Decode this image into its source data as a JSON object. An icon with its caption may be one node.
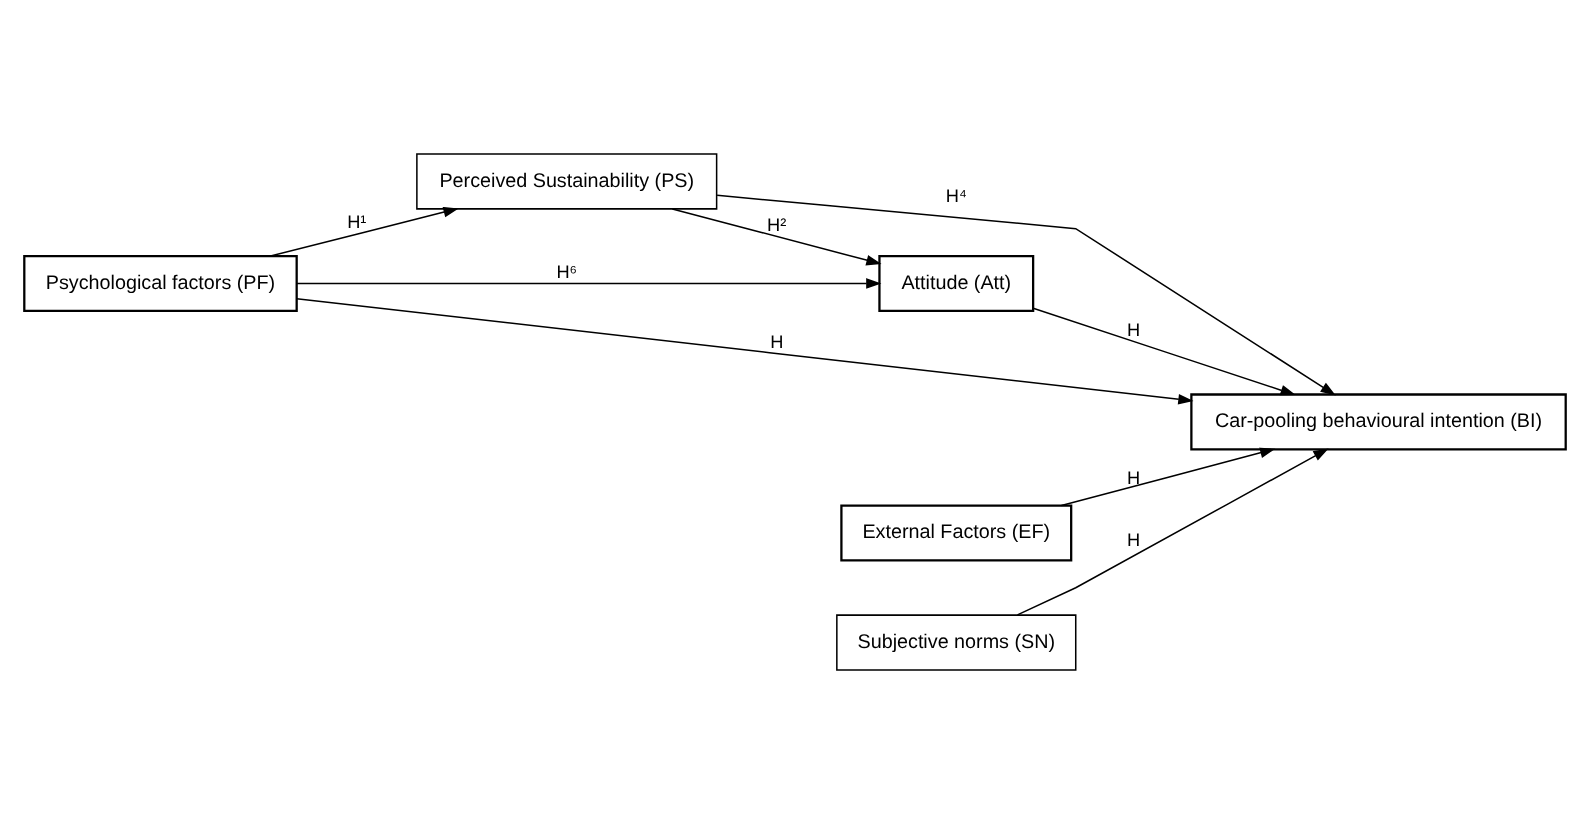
{
  "diagram": {
    "nodes": [
      {
        "text": [
          "Psychological factors (PF)"
        ]
      },
      {
        "text": [
          "Perceived Sustainability (PS)"
        ]
      },
      {
        "text": [
          "Attitude (Att)"
        ]
      },
      {
        "text": [
          "Car-pooling behavioural intention (BI)"
        ]
      },
      {
        "text": [
          "External Factors (EF)"
        ]
      },
      {
        "text": [
          "Subjective norms (SN)"
        ]
      }
    ],
    "edges": [
      {
        "from": 0,
        "to": 1,
        "arrow": "to",
        "label": "H¹"
      },
      {
        "from": 1,
        "to": 2,
        "arrow": "to",
        "label": "H²"
      },
      {
        "from": 0,
        "to": 2,
        "arrow": "to",
        "label": "H⁶"
      },
      {
        "from": 2,
        "to": 3,
        "arrow": "to",
        "label": "H"
      },
      {
        "from": 1,
        "to": 3,
        "arrow": "to",
        "label": "H⁴"
      },
      {
        "from": 0,
        "to": 3,
        "arrow": "to",
        "label": "H"
      },
      {
        "from": 4,
        "to": 3,
        "arrow": "to",
        "label": "H"
      },
      {
        "from": 5,
        "to": 3,
        "arrow": "to",
        "label": "H"
      }
    ]
  }
}
